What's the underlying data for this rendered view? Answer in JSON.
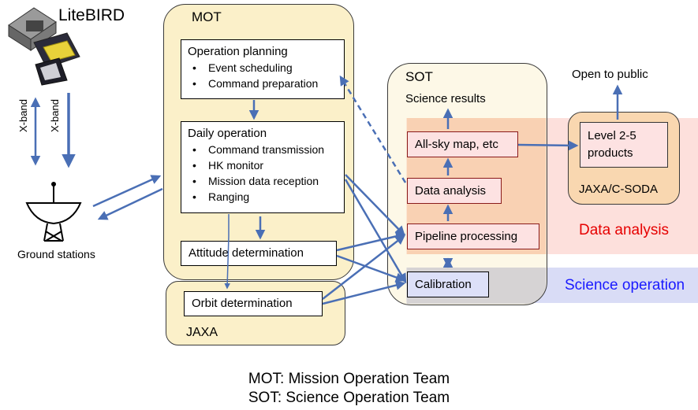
{
  "satellite": {
    "name": "LiteBIRD"
  },
  "links": {
    "xband_left": "X-band",
    "xband_right": "X-band"
  },
  "ground": {
    "label": "Ground stations"
  },
  "mot": {
    "title": "MOT",
    "operation_planning": {
      "title": "Operation planning",
      "items": [
        "Event scheduling",
        "Command preparation"
      ]
    },
    "daily_operation": {
      "title": "Daily operation",
      "items": [
        "Command transmission",
        "HK monitor",
        "Mission data reception",
        "Ranging"
      ]
    },
    "attitude": "Attitude determination"
  },
  "jaxa": {
    "title": "JAXA",
    "orbit": "Orbit determination"
  },
  "sot": {
    "title": "SOT",
    "science_results": "Science results",
    "allsky": "All-sky map, etc",
    "data_analysis": "Data analysis",
    "pipeline": "Pipeline processing",
    "calibration": "Calibration"
  },
  "csoda": {
    "title": "JAXA/C-SODA",
    "level": "Level 2-5 products",
    "open": "Open to public"
  },
  "regions": {
    "data_analysis": "Data analysis",
    "science_operation": "Science operation"
  },
  "colors": {
    "data_analysis_text": "#e60000",
    "science_operation_text": "#1a1aff",
    "arrow": "#4a6fb5"
  },
  "footer": {
    "line1": "MOT: Mission Operation Team",
    "line2": "SOT: Science Operation Team"
  }
}
